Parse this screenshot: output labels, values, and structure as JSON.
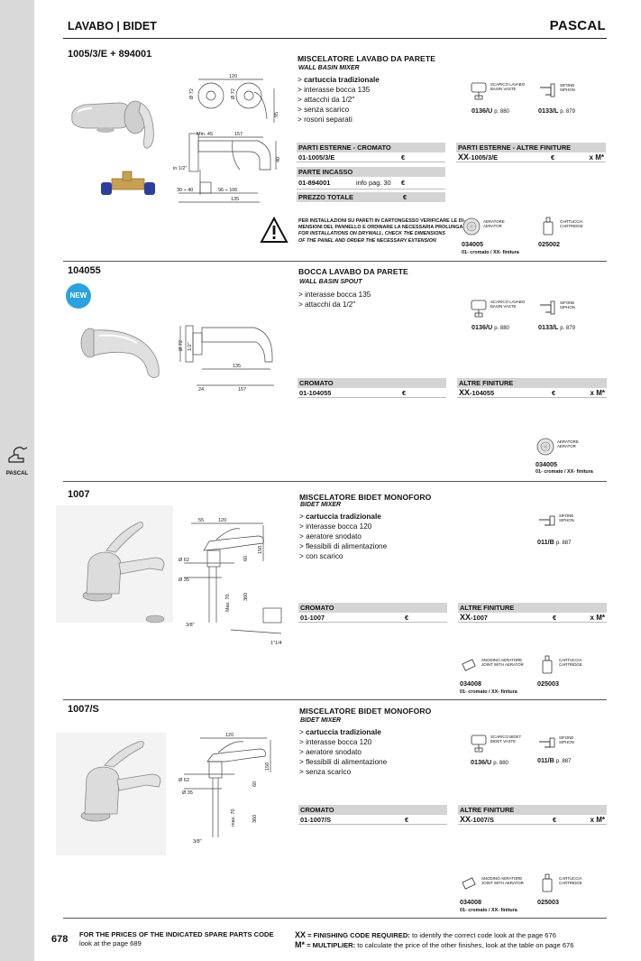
{
  "header": {
    "section": "LAVABO | BIDET",
    "brand": "PASCAL"
  },
  "sidebar": {
    "label": "PASCAL"
  },
  "products": [
    {
      "code": "1005/3/E + 894001",
      "title": "MISCELATORE LAVABO DA PARETE",
      "subtitle": "WALL BASIN MIXER",
      "features": [
        "cartuccia tradizionale",
        "interasse bocca 135",
        "attacchi da 1/2\"",
        "senza scarico",
        "rosoni separati"
      ],
      "dims": {
        "top_w": "120",
        "d1": "Ø 72",
        "d2": "Ø 72",
        "v95": "95",
        "min": "Min. 45",
        "w157": "157",
        "v40": "40",
        "in12": "in 1/2\"",
        "r30": "30 ÷ 40",
        "r96": "96 ÷ 106",
        "w135": "135"
      },
      "table_left": {
        "header1": "PARTI ESTERNE - CROMATO",
        "row1_code": "01-1005/3/E",
        "row1_eur": "€",
        "header2": "PARTE INCASSO",
        "row2_code": "01-894001",
        "row2_info": "info pag. 30",
        "row2_eur": "€",
        "header3": "PREZZO TOTALE",
        "row3_eur": "€"
      },
      "table_right": {
        "header": "PARTI ESTERNE - ALTRE FINITURE",
        "xx": "XX",
        "code": "-1005/3/E",
        "eur": "€",
        "mult": "x M*"
      },
      "warning": {
        "line1": "PER INSTALLAZIONI SU PARETI IN CARTONGESSO VERIFICARE LE DI-",
        "line2": "MENSIONI DEL PANNELLO E ORDINARE LA NECESSARIA PROLUNGA",
        "line3": "FOR INSTALLATIONS ON DRYWALL, CHECK THE DIMENSIONS",
        "line4": "OF THE PANEL AND ORDER THE NECESSARY EXTENSION"
      },
      "accessories_top": [
        {
          "lbl1": "SCARICO LAVABO",
          "lbl2": "BASIN VASTE",
          "code": "0136/U",
          "page": "p. 880"
        },
        {
          "lbl1": "SIFONE",
          "lbl2": "SIPHON",
          "code": "0133/L",
          "page": "p. 879"
        }
      ],
      "accessories_bottom": [
        {
          "lbl1": "AERATORE",
          "lbl2": "AERATOR",
          "code": "034005"
        },
        {
          "lbl1": "CARTUCCIA",
          "lbl2": "CARTRIDGE",
          "code": "025002"
        }
      ],
      "finish_note": "01- cromato / XX- finitura"
    },
    {
      "code": "104055",
      "badge": "NEW",
      "title": "BOCCA LAVABO DA PARETE",
      "subtitle": "WALL BASIN SPOUT",
      "features": [
        "interasse bocca 135",
        "attacchi da 1/2\""
      ],
      "dims": {
        "d72": "Ø 72",
        "half": "1/2\"",
        "w135": "135",
        "w24": "24",
        "w157": "157"
      },
      "table_left": {
        "header": "CROMATO",
        "code": "01-104055",
        "eur": "€"
      },
      "table_right": {
        "header": "ALTRE FINITURE",
        "xx": "XX",
        "code": "-104055",
        "eur": "€",
        "mult": "x M*"
      },
      "accessories_top": [
        {
          "lbl1": "SCARICO LAVABO",
          "lbl2": "BASIN VASTE",
          "code": "0136/U",
          "page": "p. 880"
        },
        {
          "lbl1": "SIFONE",
          "lbl2": "SIPHON",
          "code": "0133/L",
          "page": "p. 879"
        }
      ],
      "accessories_bottom": [
        {
          "lbl1": "AERATORE",
          "lbl2": "AERATOR",
          "code": "034005"
        }
      ],
      "finish_note": "01- cromato / XX- finitura"
    },
    {
      "code": "1007",
      "title": "MISCELATORE BIDET MONOFORO",
      "subtitle": "BIDET MIXER",
      "features": [
        "cartuccia tradizionale",
        "interasse bocca 120",
        "aeratore snodato",
        "flessibili di alimentazione",
        "con scarico"
      ],
      "dims": {
        "w55": "55",
        "w120": "120",
        "v150": "150",
        "v60": "60",
        "d62": "Ø 62",
        "d35": "Ø 35",
        "max": "Max. 70",
        "v360": "360",
        "in38": "3/8\"",
        "in114": "1\"1/4"
      },
      "table_left": {
        "header": "CROMATO",
        "code": "01-1007",
        "eur": "€"
      },
      "table_right": {
        "header": "ALTRE FINITURE",
        "xx": "XX",
        "code": "-1007",
        "eur": "€",
        "mult": "x M*"
      },
      "accessories_top": [
        {
          "lbl1": "SIFONE",
          "lbl2": "SIPHON",
          "code": "011/B",
          "page": "p. 887"
        }
      ],
      "accessories_bottom": [
        {
          "lbl1": "SNODINO AERATORE",
          "lbl2": "JOINT WITH AERATOR",
          "code": "034008"
        },
        {
          "lbl1": "CARTUCCIA",
          "lbl2": "CARTRIDGE",
          "code": "025003"
        }
      ],
      "finish_note": "01- cromato / XX- finitura"
    },
    {
      "code": "1007/S",
      "title": "MISCELATORE BIDET MONOFORO",
      "subtitle": "BIDET MIXER",
      "features": [
        "cartuccia tradizionale",
        "interasse bocca 120",
        "aeratore snodato",
        "flessibili di alimentazione",
        "senza scarico"
      ],
      "dims": {
        "w120": "120",
        "v150": "150",
        "v60": "60",
        "d62": "Ø 62",
        "d35": "Ø 35",
        "max": "max. 70",
        "v360": "360",
        "in38": "3/8\""
      },
      "table_left": {
        "header": "CROMATO",
        "code": "01-1007/S",
        "eur": "€"
      },
      "table_right": {
        "header": "ALTRE FINITURE",
        "xx": "XX",
        "code": "-1007/S",
        "eur": "€",
        "mult": "x M*"
      },
      "accessories_top": [
        {
          "lbl1": "SCARICO BIDET",
          "lbl2": "BIDET VASTE",
          "code": "0136/U",
          "page": "p. 880"
        },
        {
          "lbl1": "SIFONE",
          "lbl2": "SIPHON",
          "code": "011/B",
          "page": "p. 887"
        }
      ],
      "accessories_bottom": [
        {
          "lbl1": "SNODINO AERATORE",
          "lbl2": "JOINT WITH AERATOR",
          "code": "034008"
        },
        {
          "lbl1": "CARTUCCIA",
          "lbl2": "CARTRIDGE",
          "code": "025003"
        }
      ],
      "finish_note": "01- cromato / XX- finitura"
    }
  ],
  "footer": {
    "page": "678",
    "left_bold": "FOR THE PRICES OF THE INDICATED SPARE PARTS CODE",
    "left_normal": "look at the page 689",
    "xx_key": "XX",
    "xx_bold": " = FINISHING CODE REQUIRED:",
    "xx_text": " to identify the correct code look at the page 676",
    "m_key": "M*",
    "m_bold": " = MULTIPLIER:",
    "m_text": " to calculate the price of the other finishes, look at the table on page 676"
  },
  "colors": {
    "sidebar": "#d9d9d9",
    "table_header": "#d4d4d4",
    "new_badge": "#2aa2e0",
    "valve_blue": "#2b3fa0",
    "valve_wood": "#c9a050"
  }
}
